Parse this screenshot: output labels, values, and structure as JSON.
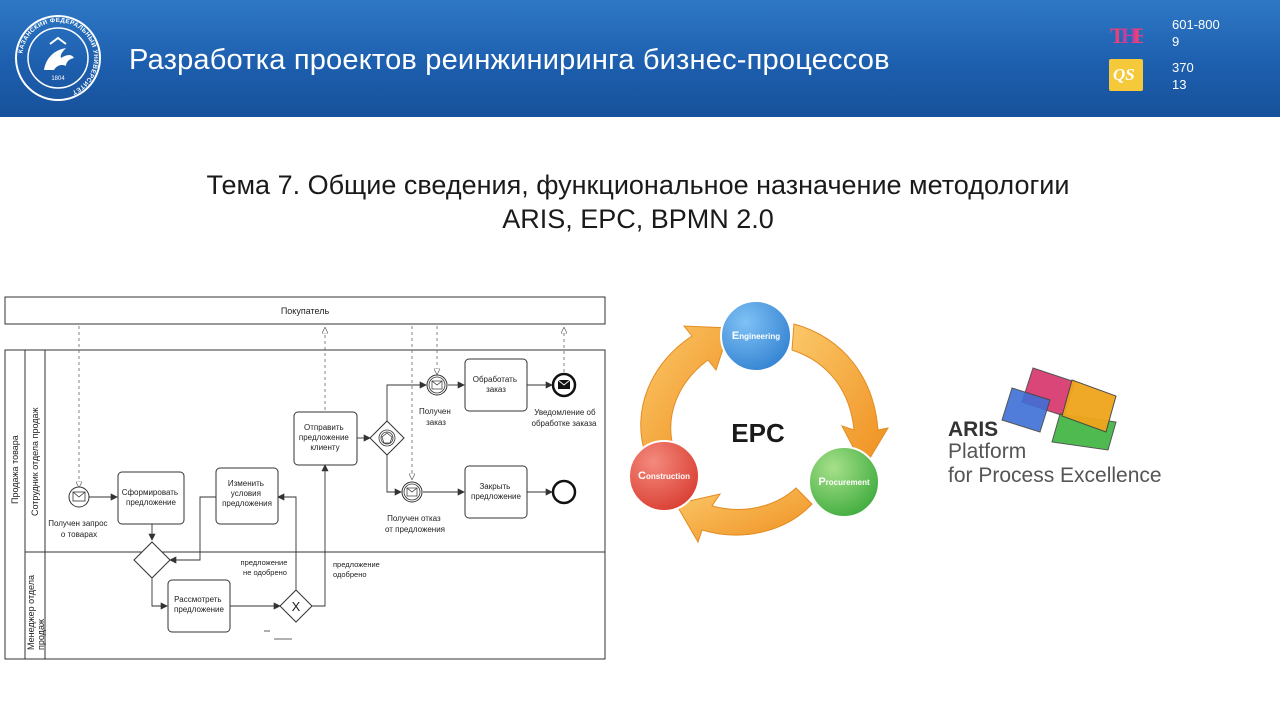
{
  "header": {
    "title": "Разработка проектов реинжиниринга бизнес-процессов",
    "logo_ring_text": "КАЗАНСКИЙ ФЕДЕРАЛЬНЫЙ УНИВЕРСИТЕТ",
    "logo_year": "1804",
    "rankings": [
      {
        "icon": "the-ranking-icon",
        "line1": "601-800",
        "line2": "9"
      },
      {
        "icon": "qs-ranking-icon",
        "line1": "370",
        "line2": "13"
      }
    ]
  },
  "topic": {
    "line1": "Тема 7. Общие сведения, функциональное назначение методологии",
    "line2": "ARIS, EPC, BPMN 2.0"
  },
  "bpmn": {
    "pool_external": "Покупатель",
    "pool_main": "Продажа товара",
    "lane_top": "Сотрудник отдела продаж",
    "lane_bottom": "Менеджер отдела продаж",
    "tasks": {
      "form_offer": [
        "Сформировать",
        "предложение"
      ],
      "change_terms": [
        "Изменить",
        "условия",
        "предложения"
      ],
      "send_offer": [
        "Отправить",
        "предложение",
        "клиенту"
      ],
      "process_order": [
        "Обработать",
        "заказ"
      ],
      "close_offer": [
        "Закрыть",
        "предложение"
      ],
      "review_offer": [
        "Рассмотреть",
        "предложение"
      ]
    },
    "labels": {
      "request_received": [
        "Получен запрос",
        "о товарах"
      ],
      "order_received": [
        "Получен",
        "заказ"
      ],
      "refusal_received": [
        "Получен отказ",
        "от предложения"
      ],
      "notify_done": [
        "Уведомление об",
        "обработке заказа"
      ],
      "not_approved": [
        "предложение",
        "не одобрено"
      ],
      "approved": [
        "предложение",
        "одобрено"
      ]
    }
  },
  "epc": {
    "center": "EPC",
    "nodes": [
      {
        "initial": "E",
        "rest": "ngineering",
        "color": "#2f7fd0"
      },
      {
        "initial": "P",
        "rest": "rocurement",
        "color": "#3aa93a"
      },
      {
        "initial": "C",
        "rest": "onstruction",
        "color": "#d83a2e"
      }
    ]
  },
  "aris": {
    "line1": "ARIS",
    "line2": "Platform",
    "line3": "for Process Excellence",
    "square_colors": [
      "#d8336b",
      "#3f6fd6",
      "#3db33d",
      "#f0a51c"
    ]
  }
}
